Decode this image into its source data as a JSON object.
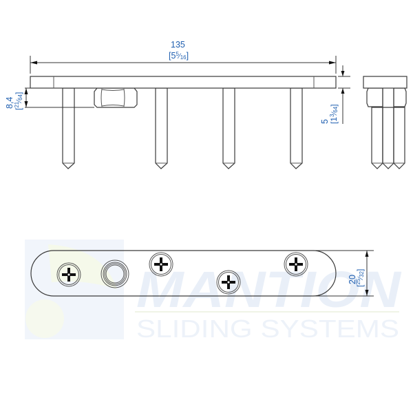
{
  "drawing": {
    "title": "Guide plate with pins - technical drawing",
    "views": [
      "front-elevation",
      "side-elevation",
      "top-plan"
    ]
  },
  "dimensions": {
    "length": {
      "metric": "135",
      "imperial_whole": "[5",
      "imperial_num": "5",
      "imperial_den": "16",
      "imperial_close": "]"
    },
    "nut_height": {
      "metric": "8,4",
      "imperial_open": "[",
      "imperial_num": "21",
      "imperial_den": "64",
      "imperial_close": "]"
    },
    "plate_thickness": {
      "metric": "5",
      "imperial_whole": "[1",
      "imperial_num": "3",
      "imperial_den": "64",
      "imperial_close": "]"
    },
    "width": {
      "metric": "20",
      "imperial_open": "[",
      "imperial_num": "25",
      "imperial_den": "32",
      "imperial_close": "]"
    }
  },
  "watermark": {
    "brand": "MANTION",
    "tagline": "SLIDING SYSTEMS"
  },
  "colors": {
    "dimension_text": "#1f5fb0",
    "line": "#3a3a3a",
    "watermark": "#e9eff8",
    "watermark_logo_accent": "#f4f8e6"
  }
}
